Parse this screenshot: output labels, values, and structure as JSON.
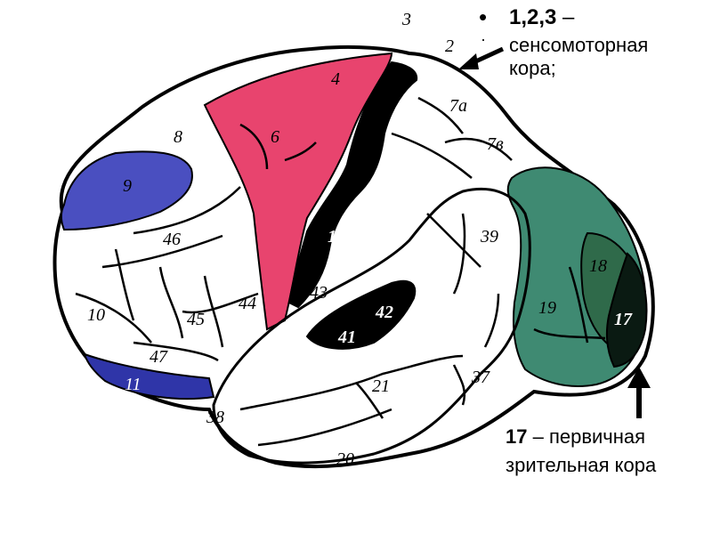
{
  "figure": {
    "regions": [
      {
        "id": "1",
        "label": "1",
        "color": "#000000"
      },
      {
        "id": "2",
        "label": "2",
        "color": "#ffffff"
      },
      {
        "id": "3",
        "label": "3",
        "color": "#ffffff"
      },
      {
        "id": "4",
        "label": "4",
        "color": "#e8446e"
      },
      {
        "id": "6",
        "label": "6",
        "color": "#e8446e"
      },
      {
        "id": "7a",
        "label": "7a",
        "color": "#ffffff"
      },
      {
        "id": "7b",
        "label": "7в",
        "color": "#ffffff"
      },
      {
        "id": "8",
        "label": "8",
        "color": "#ffffff"
      },
      {
        "id": "9",
        "label": "9",
        "color": "#4a4fc0"
      },
      {
        "id": "10",
        "label": "10",
        "color": "#ffffff"
      },
      {
        "id": "11",
        "label": "11",
        "color": "#2f35a8"
      },
      {
        "id": "17",
        "label": "17",
        "color": "#0a1a12"
      },
      {
        "id": "18",
        "label": "18",
        "color": "#2f6a4a"
      },
      {
        "id": "19",
        "label": "19",
        "color": "#3f8a72"
      },
      {
        "id": "21",
        "label": "21",
        "color": "#ffffff"
      },
      {
        "id": "20",
        "label": "20",
        "color": "#ffffff"
      },
      {
        "id": "37",
        "label": "37",
        "color": "#ffffff"
      },
      {
        "id": "38",
        "label": "38",
        "color": "#ffffff"
      },
      {
        "id": "39",
        "label": "39",
        "color": "#ffffff"
      },
      {
        "id": "41",
        "label": "41",
        "color": "#000000"
      },
      {
        "id": "42",
        "label": "42",
        "color": "#000000"
      },
      {
        "id": "43",
        "label": "43",
        "color": "#ffffff"
      },
      {
        "id": "44",
        "label": "44",
        "color": "#ffffff"
      },
      {
        "id": "45",
        "label": "45",
        "color": "#ffffff"
      },
      {
        "id": "46",
        "label": "46",
        "color": "#ffffff"
      },
      {
        "id": "47",
        "label": "47",
        "color": "#ffffff"
      }
    ]
  },
  "legend": {
    "item1_numbers": "1,2,3",
    "item1_dash": " –",
    "item1_line2": "сенсомоторная",
    "item1_line3": "кора;",
    "item2_number": "17",
    "item2_rest": " – первичная",
    "item2_line2": "зрительная кора"
  }
}
